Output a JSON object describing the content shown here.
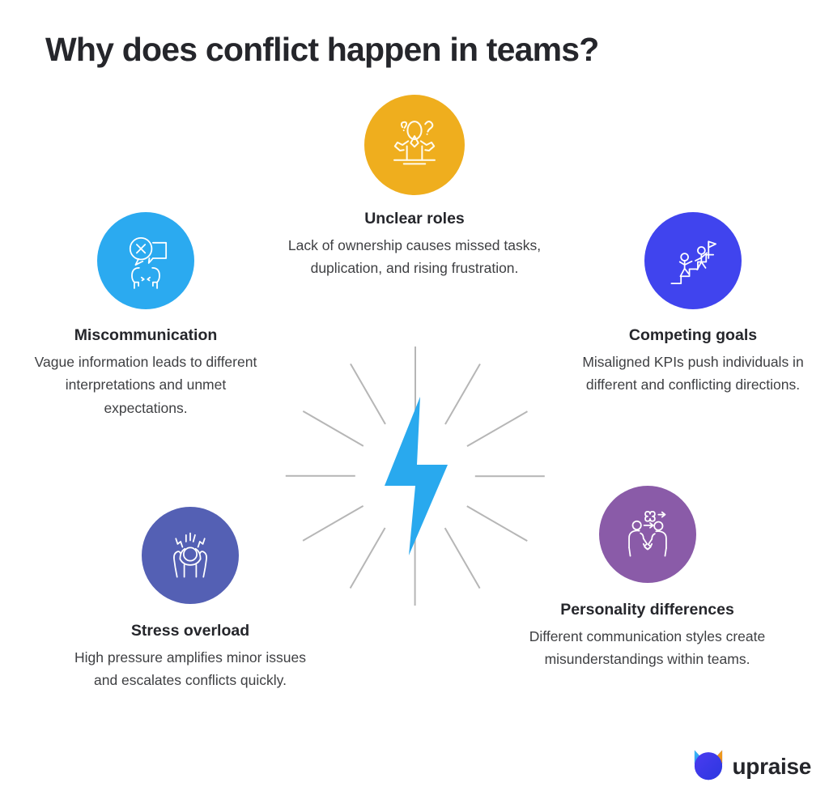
{
  "page": {
    "title": "Why does conflict happen in teams?",
    "background": "#ffffff"
  },
  "center": {
    "icon": "lightning-bolt-icon",
    "bolt_color": "#29A9EE",
    "ray_color": "#b6b6b6",
    "ray_count": 12
  },
  "items": [
    {
      "id": "unclear-roles",
      "title": "Unclear roles",
      "description": "Lack of ownership causes missed tasks, duplication, and rising frustration.",
      "icon": "shrugging-person-with-question-marks-icon",
      "color": "#EFAE1E"
    },
    {
      "id": "miscommunication",
      "title": "Miscommunication",
      "description": "Vague information leads to different interpretations and unmet expectations.",
      "icon": "two-heads-speech-bubble-x-icon",
      "color": "#2BAAF0"
    },
    {
      "id": "competing-goals",
      "title": "Competing goals",
      "description": "Misaligned KPIs push individuals in different and conflicting directions.",
      "icon": "two-people-climbing-stairs-to-flag-icon",
      "color": "#4044EE"
    },
    {
      "id": "stress-overload",
      "title": "Stress overload",
      "description": "High pressure amplifies minor issues and escalates conflicts quickly.",
      "icon": "stressed-person-holding-head-icon",
      "color": "#5460B4"
    },
    {
      "id": "personality-differences",
      "title": "Personality differences",
      "description": "Different communication styles create misunderstandings within teams.",
      "icon": "two-people-handshake-exchange-icon",
      "color": "#8A5BA8"
    }
  ],
  "logo": {
    "text": "upraise",
    "mark": "upraise-cat-mark-icon",
    "colors": {
      "left_ear": "#2BAAF0",
      "right_ear": "#F0A326",
      "face": "#3B3BE8"
    }
  }
}
